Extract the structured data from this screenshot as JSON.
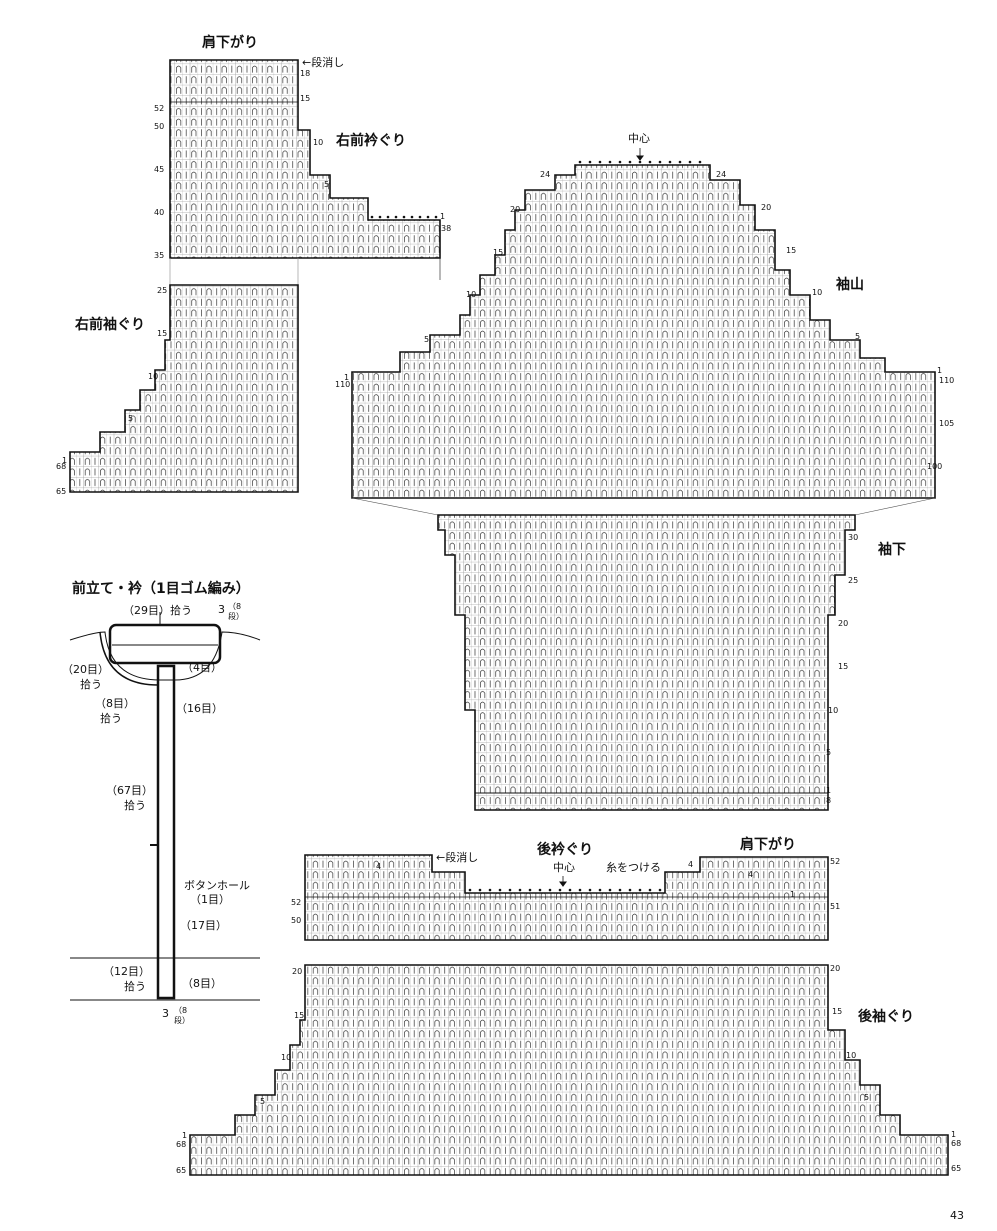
{
  "labels": {
    "shoulder_top": "肩下がり",
    "bind_off_top": "←段消し",
    "right_front_neck": "右前衿ぐり",
    "right_front_armhole": "右前袖ぐり",
    "center_sleeve": "中心",
    "sleeve_cap": "袖山",
    "sleeve_under": "袖下",
    "front_band_title": "前立て・衿（1目ゴム編み）",
    "pick_29": "（29目）拾う",
    "pick_20": "（20目）",
    "pick_20b": "拾う",
    "pick_4": "（4目）",
    "pick_8": "（8目）",
    "pick_8b": "拾う",
    "pick_16": "（16目）",
    "pick_67": "（67目）",
    "pick_67b": "拾う",
    "buttonhole": "ボタンホール",
    "buttonhole_b": "（1目）",
    "pick_17": "（17目）",
    "pick_12": "（12目）",
    "pick_12b": "拾う",
    "pick_8c": "（8目）",
    "band_rows_top_a": "3",
    "band_rows_top_b": "（8段）",
    "band_rows_bot_a": "3",
    "band_rows_bot_b": "（8段）",
    "back_neck": "後衿ぐり",
    "back_bind_off": "←段消し",
    "back_center": "中心",
    "attach_yarn": "糸をつける",
    "shoulder_back": "肩下がり",
    "back_armhole": "後袖ぐり",
    "page_number": "43"
  },
  "row_numbers": {
    "rf_top": [
      "18",
      "15",
      "10",
      "5",
      "1"
    ],
    "rf_left": [
      "52",
      "50",
      "45",
      "40",
      "35"
    ],
    "rf_neck_right": "38",
    "rf_arm_left": [
      "25",
      "15",
      "10",
      "5",
      "1",
      "68",
      "65"
    ],
    "sleeve_cap_left": [
      "24",
      "20",
      "15",
      "10",
      "5",
      "1",
      "110"
    ],
    "sleeve_cap_right": [
      "24",
      "20",
      "15",
      "10",
      "5",
      "1",
      "110",
      "105",
      "100"
    ],
    "sleeve_under_right": [
      "30",
      "25",
      "20",
      "15",
      "10",
      "5",
      "1",
      "8"
    ],
    "back_top": [
      "4",
      "4",
      "1",
      "4",
      "1"
    ],
    "back_left": [
      "52",
      "50",
      "20",
      "15",
      "10",
      "5",
      "1",
      "68",
      "65"
    ],
    "back_right": [
      "52",
      "51",
      "20",
      "15",
      "10",
      "5",
      "1",
      "68",
      "65"
    ]
  }
}
